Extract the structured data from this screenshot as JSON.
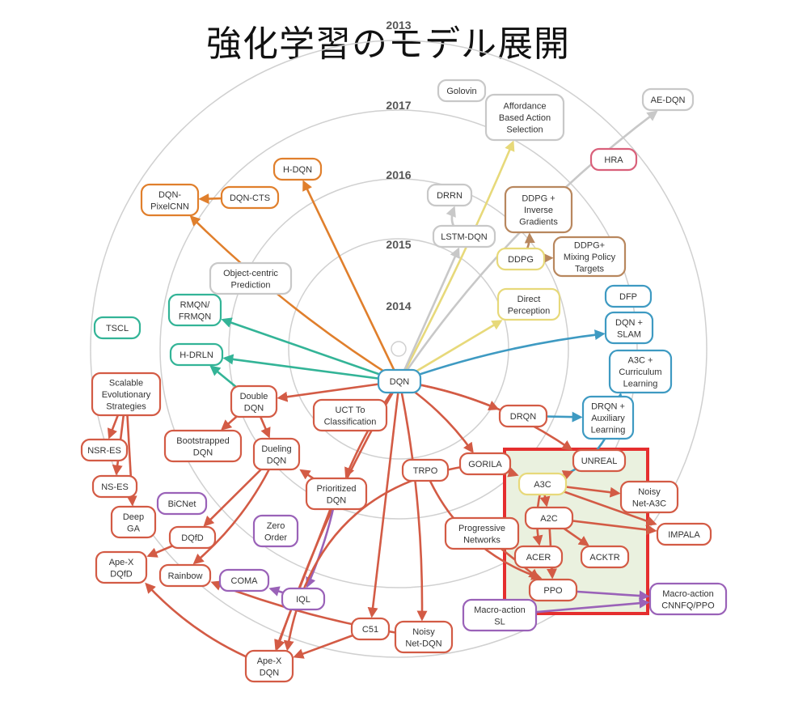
{
  "title": "強化学習のモデル展開",
  "years": [
    {
      "label": "2013"
    },
    {
      "label": "2014"
    },
    {
      "label": "2015"
    },
    {
      "label": "2016"
    },
    {
      "label": "2017"
    }
  ],
  "colors": {
    "red": "#d35b45",
    "orange": "#e07f2c",
    "teal": "#33b497",
    "blue": "#3e9ac2",
    "yellow": "#e7d97a",
    "brown": "#b8875e",
    "gray": "#c8c8c8",
    "purple": "#9a62b8",
    "pink": "#d9607a",
    "highlight": "#e52e2e",
    "highlight_fill": "#eaf1df"
  },
  "nodes": [
    {
      "id": "dqn",
      "lines": [
        "DQN"
      ],
      "color": "blue"
    },
    {
      "id": "golovin",
      "lines": [
        "Golovin"
      ],
      "color": "gray"
    },
    {
      "id": "afford",
      "lines": [
        "Affordance",
        "Based Action",
        "Selection"
      ],
      "color": "gray"
    },
    {
      "id": "aedqn",
      "lines": [
        "AE-DQN"
      ],
      "color": "gray"
    },
    {
      "id": "hra",
      "lines": [
        "HRA"
      ],
      "color": "pink"
    },
    {
      "id": "hdqn",
      "lines": [
        "H-DQN"
      ],
      "color": "orange"
    },
    {
      "id": "dqncts",
      "lines": [
        "DQN-CTS"
      ],
      "color": "orange"
    },
    {
      "id": "dqnpix",
      "lines": [
        "DQN-",
        "PixelCNN"
      ],
      "color": "orange"
    },
    {
      "id": "drrn",
      "lines": [
        "DRRN"
      ],
      "color": "gray"
    },
    {
      "id": "lstmdqn",
      "lines": [
        "LSTM-DQN"
      ],
      "color": "gray"
    },
    {
      "id": "ddpgig",
      "lines": [
        "DDPG +",
        "Inverse",
        "Gradients"
      ],
      "color": "brown"
    },
    {
      "id": "ddpg",
      "lines": [
        "DDPG"
      ],
      "color": "yellow"
    },
    {
      "id": "ddpgmix",
      "lines": [
        "DDPG+",
        "Mixing Policy",
        "Targets"
      ],
      "color": "brown"
    },
    {
      "id": "objcentric",
      "lines": [
        "Object-centric",
        "Prediction"
      ],
      "color": "gray"
    },
    {
      "id": "rmqn",
      "lines": [
        "RMQN/",
        "FRMQN"
      ],
      "color": "teal"
    },
    {
      "id": "tscl",
      "lines": [
        "TSCL"
      ],
      "color": "teal"
    },
    {
      "id": "hdrln",
      "lines": [
        "H-DRLN"
      ],
      "color": "teal"
    },
    {
      "id": "directperc",
      "lines": [
        "Direct",
        "Perception"
      ],
      "color": "yellow"
    },
    {
      "id": "dfp",
      "lines": [
        "DFP"
      ],
      "color": "blue"
    },
    {
      "id": "dqnslam",
      "lines": [
        "DQN +",
        "SLAM"
      ],
      "color": "blue"
    },
    {
      "id": "a3ccurr",
      "lines": [
        "A3C +",
        "Curriculum",
        "Learning"
      ],
      "color": "blue"
    },
    {
      "id": "ses",
      "lines": [
        "Scalable",
        "Evolutionary",
        "Strategies"
      ],
      "color": "red"
    },
    {
      "id": "doubledqn",
      "lines": [
        "Double",
        "DQN"
      ],
      "color": "red"
    },
    {
      "id": "uct",
      "lines": [
        "UCT To",
        "Classification"
      ],
      "color": "red"
    },
    {
      "id": "drqn",
      "lines": [
        "DRQN"
      ],
      "color": "red"
    },
    {
      "id": "drqnaux",
      "lines": [
        "DRQN +",
        "Auxiliary",
        "Learning"
      ],
      "color": "blue"
    },
    {
      "id": "nsres",
      "lines": [
        "NSR-ES"
      ],
      "color": "red"
    },
    {
      "id": "bootdqn",
      "lines": [
        "Bootstrapped",
        "DQN"
      ],
      "color": "red"
    },
    {
      "id": "dueling",
      "lines": [
        "Dueling",
        "DQN"
      ],
      "color": "red"
    },
    {
      "id": "trpo",
      "lines": [
        "TRPO"
      ],
      "color": "red"
    },
    {
      "id": "gorila",
      "lines": [
        "GORILA"
      ],
      "color": "red"
    },
    {
      "id": "unreal",
      "lines": [
        "UNREAL"
      ],
      "color": "red"
    },
    {
      "id": "nses",
      "lines": [
        "NS-ES"
      ],
      "color": "red"
    },
    {
      "id": "a3c",
      "lines": [
        "A3C"
      ],
      "color": "yellow"
    },
    {
      "id": "noisya3c",
      "lines": [
        "Noisy",
        "Net-A3C"
      ],
      "color": "red"
    },
    {
      "id": "bicnet",
      "lines": [
        "BiCNet"
      ],
      "color": "purple"
    },
    {
      "id": "prio",
      "lines": [
        "Prioritized",
        "DQN"
      ],
      "color": "red"
    },
    {
      "id": "deepga",
      "lines": [
        "Deep",
        "GA"
      ],
      "color": "red"
    },
    {
      "id": "a2c",
      "lines": [
        "A2C"
      ],
      "color": "red"
    },
    {
      "id": "prognet",
      "lines": [
        "Progressive",
        "Networks"
      ],
      "color": "red"
    },
    {
      "id": "zero",
      "lines": [
        "Zero",
        "Order"
      ],
      "color": "purple"
    },
    {
      "id": "dqfd",
      "lines": [
        "DQfD"
      ],
      "color": "red"
    },
    {
      "id": "impala",
      "lines": [
        "IMPALA"
      ],
      "color": "red"
    },
    {
      "id": "acer",
      "lines": [
        "ACER"
      ],
      "color": "red"
    },
    {
      "id": "acktr",
      "lines": [
        "ACKTR"
      ],
      "color": "red"
    },
    {
      "id": "apexdqfd",
      "lines": [
        "Ape-X",
        "DQfD"
      ],
      "color": "red"
    },
    {
      "id": "rainbow",
      "lines": [
        "Rainbow"
      ],
      "color": "red"
    },
    {
      "id": "coma",
      "lines": [
        "COMA"
      ],
      "color": "purple"
    },
    {
      "id": "ppo",
      "lines": [
        "PPO"
      ],
      "color": "red"
    },
    {
      "id": "iql",
      "lines": [
        "IQL"
      ],
      "color": "purple"
    },
    {
      "id": "macrocnn",
      "lines": [
        "Macro-action",
        "CNNFQ/PPO"
      ],
      "color": "purple"
    },
    {
      "id": "macrosl",
      "lines": [
        "Macro-action",
        "SL"
      ],
      "color": "purple"
    },
    {
      "id": "c51",
      "lines": [
        "C51"
      ],
      "color": "red"
    },
    {
      "id": "noisydqn",
      "lines": [
        "Noisy",
        "Net-DQN"
      ],
      "color": "red"
    },
    {
      "id": "apexdqn",
      "lines": [
        "Ape-X",
        "DQN"
      ],
      "color": "red"
    }
  ]
}
